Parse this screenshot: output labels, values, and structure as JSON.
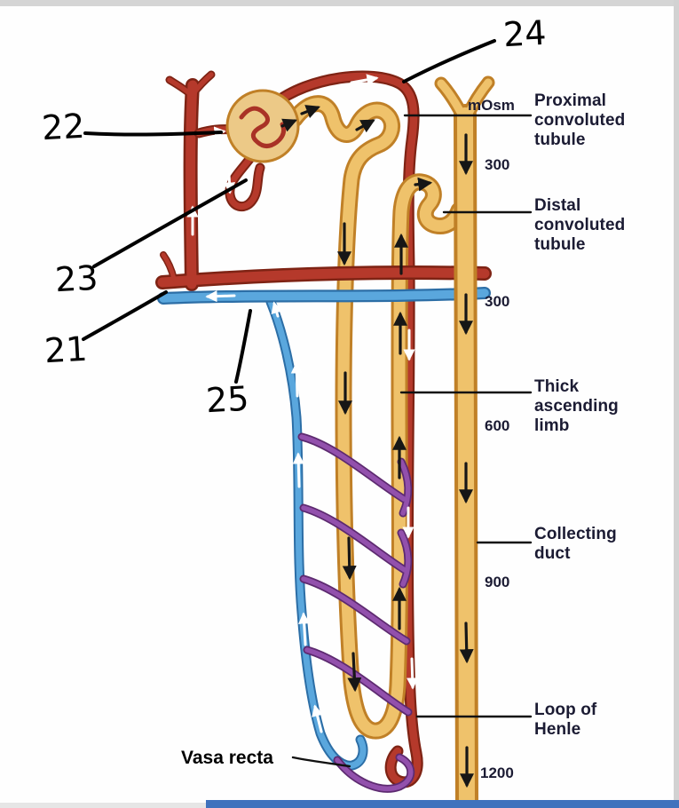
{
  "figure": {
    "unit_header": "mOsm",
    "side_labels": [
      {
        "name": "proximal-convoluted-tubule",
        "label": "Proximal convoluted tubule"
      },
      {
        "name": "distal-convoluted-tubule",
        "label": "Distal convoluted tubule"
      },
      {
        "name": "thick-ascending-limb",
        "label": "Thick ascending limb"
      },
      {
        "name": "collecting-duct",
        "label": "Collecting duct"
      },
      {
        "name": "loop-of-henle",
        "label": "Loop of Henle"
      }
    ],
    "osmolarity_values": [
      "300",
      "300",
      "600",
      "900",
      "1200"
    ],
    "bottom_label": "Vasa recta",
    "handwritten_numbers": {
      "n21": "21",
      "n22": "22",
      "n23": "23",
      "n24": "24",
      "n25": "25"
    },
    "colors": {
      "artery_red": "#b5392b",
      "vein_blue": "#5aa7dd",
      "tubule_gold": "#efc26b",
      "capillary_purple": "#9250ac",
      "glomerulus_tan": "#ecc987",
      "label_text": "#1b1b33"
    }
  }
}
